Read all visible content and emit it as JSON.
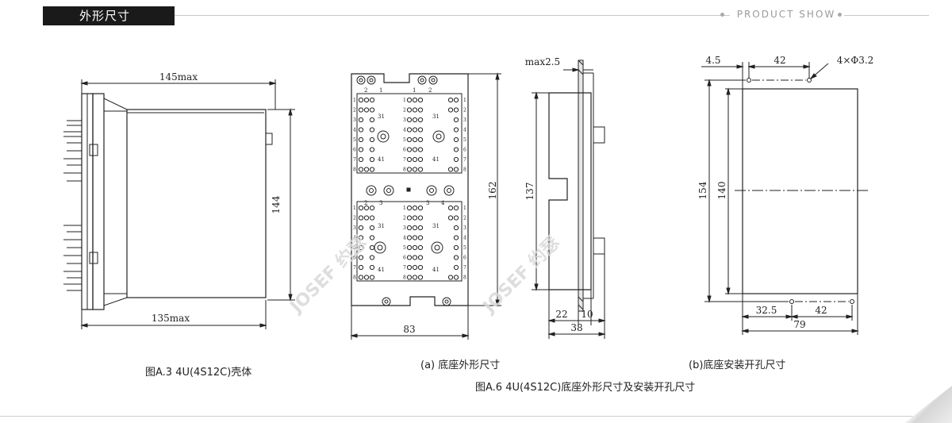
{
  "header": {
    "title": "外形尺寸",
    "tagline": "PRODUCT SHOW"
  },
  "watermark": "JOSEF 约瑟",
  "fig_a3": {
    "dim_top": "145max",
    "dim_bottom": "135max",
    "dim_right": "144",
    "caption": "图A.3  4U(4S12C)壳体"
  },
  "fig_a6a": {
    "dim_width": "83",
    "dim_height": "162",
    "pin_numbers": [
      "1",
      "2",
      "3",
      "4",
      "5",
      "6",
      "7",
      "8"
    ],
    "group_labels": [
      "2",
      "1",
      "1",
      "2",
      "2",
      "3",
      "3",
      "4"
    ],
    "inner_labels": [
      "31",
      "41"
    ],
    "caption": "(a) 底座外形尺寸"
  },
  "fig_a6side": {
    "dim_plate": "max2.5",
    "dim_height": "137",
    "dim_a": "22",
    "dim_b": "10",
    "dim_total": "38"
  },
  "fig_a6b": {
    "dim_left": "4.5",
    "dim_hole_pitch": "42",
    "hole_spec": "4×Φ3.2",
    "dim_outer": "154",
    "dim_inner": "140",
    "dim_bottom_left": "32.5",
    "dim_bottom_pitch": "42",
    "dim_total": "79",
    "caption": "(b)底座安装开孔尺寸"
  },
  "caption_a6": "图A.6  4U(4S12C)底座外形尺寸及安装开孔尺寸"
}
